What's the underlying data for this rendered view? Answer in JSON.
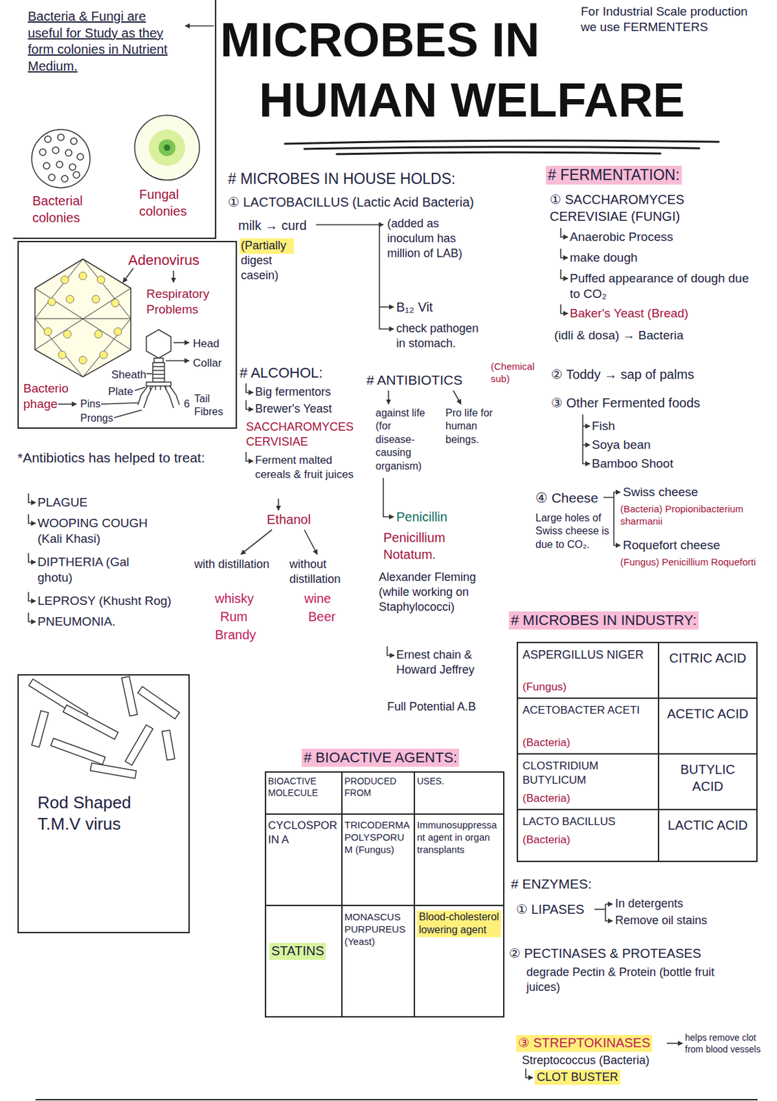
{
  "diagram": {
    "title": "MICROBES IN HUMAN WELFARE",
    "nodes": [
      {
        "text": [
          "Bacteria & Fungi are useful for Study as they form colonies in Nutrient Medium.",
          "Bacterial colonies",
          "Fungal colonies"
        ]
      },
      {
        "text": [
          "Adenovirus",
          "Respiratory Problems",
          "Head",
          "Collar",
          "Sheath",
          "Plate",
          "6",
          "Tail Fibres",
          "Bacterio phage",
          "Pins",
          "Prongs"
        ]
      },
      {
        "text": [
          "Rod Shaped T.M.V virus"
        ]
      }
    ],
    "labels": [
      "For Industrial Scale production we use FERMENTERS",
      "# MICROBES IN HOUSE HOLDS:",
      "① LACTOBACILLUS (Lactic Acid Bacteria)",
      "milk → curd",
      "(Partially digest casein)",
      "(added as inoculum has million of LAB)",
      "B₁₂ Vit",
      "check pathogen in stomach.",
      "# FERMENTATION:",
      "① SACCHAROMYCES CEREVISIAE (FUNGI)",
      "Anaerobic Process",
      "make dough",
      "Puffed appearance of dough due to CO₂",
      "Baker's Yeast (Bread)",
      "(idli & dosa) → Bacteria",
      "*Antibiotics has helped to treat:",
      "PLAGUE",
      "WOOPING COUGH (Kali Khasi)",
      "DIPTHERIA (Gal ghotu)",
      "LEPROSY (Khusht Rog)",
      "PNEUMONIA.",
      "# ALCOHOL:",
      "Big fermentors",
      "Brewer's Yeast",
      "SACCHAROMYCES CERVISIAE",
      "Ferment malted cereals & fruit juices",
      "Ethanol",
      "with distillation",
      "whisky",
      "Rum",
      "Brandy",
      "without distillation",
      "wine",
      "Beer",
      "# ANTIBIOTICS",
      "(Chemical sub)",
      "against life (for disease-causing organism)",
      "Pro life for human beings.",
      "Penicillin",
      "Penicillium Notatum.",
      "Alexander Fleming (while working on Staphylococci)",
      "Ernest chain & Howard Jeffrey",
      "Full Potential A.B",
      "② Toddy → sap of palms",
      "③ Other Fermented foods",
      "Fish",
      "Soya bean",
      "Bamboo Shoot",
      "④ Cheese",
      "Large holes of Swiss cheese is due to CO₂.",
      "Swiss cheese",
      "(Bacteria) Propionibacterium sharmanii",
      "Roquefort cheese",
      "(Fungus) Penicillium Roqueforti",
      "# MICROBES IN INDUSTRY:",
      "ASPERGILLUS NIGER",
      "(Fungus)",
      "CITRIC ACID",
      "ACETOBACTER ACETI",
      "(Bacteria)",
      "ACETIC ACID",
      "CLOSTRIDIUM BUTYLICUM",
      "(Bacteria)",
      "BUTYLIC ACID",
      "LACTO BACILLUS",
      "(Bacteria)",
      "LACTIC ACID",
      "# BIOACTIVE AGENTS:",
      "BIOACTIVE MOLECULE",
      "PRODUCED FROM",
      "USES.",
      "CYCLOSPORIN A",
      "TRICODERMA POLYSPORUM (Fungus)",
      "Immunosuppressant agent in organ transplants",
      "STATINS",
      "MONASCUS PURPUREUS (Yeast)",
      "Blood-cholesterol lowering agent",
      "# ENZYMES:",
      "① LIPASES",
      "In detergents",
      "Remove oil stains",
      "② PECTINASES & PROTEASES",
      "degrade Pectin & Protein (bottle fruit juices)",
      "③ STREPTOKINASES",
      "Streptococcus (Bacteria)",
      "CLOT BUSTER",
      "helps remove clot from blood vessels"
    ]
  }
}
